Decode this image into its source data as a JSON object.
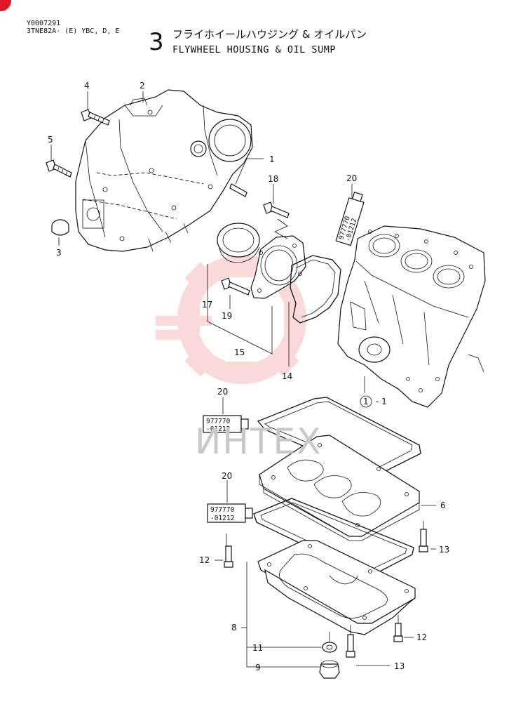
{
  "header": {
    "doc_code_line1": "Y0007291",
    "doc_code_line2": "3TNE82A- (E) YBC, D, E",
    "section_number": "3",
    "title_jp": "フライホイールハウジング  &  オイルパン",
    "title_en": "FLYWHEEL HOUSING & OIL SUMP"
  },
  "watermark": {
    "text": "ИНТЕХ",
    "color": "#e53935"
  },
  "callouts": {
    "c1": "1",
    "c2": "2",
    "c3": "3",
    "c4": "4",
    "c5": "5",
    "c6": "6",
    "c8": "8",
    "c9": "9",
    "c11": "11",
    "c12a": "12",
    "c12b": "12",
    "c13a": "13",
    "c13b": "13",
    "c14": "14",
    "c15": "15",
    "c17": "17",
    "c18": "18",
    "c19": "19",
    "c20a": "20",
    "c20b": "20",
    "c20c": "20",
    "ref_circle": "1",
    "ref_suffix": "- 1"
  },
  "sealant_tubes": {
    "line1": "977770",
    "line2": "-01212"
  }
}
